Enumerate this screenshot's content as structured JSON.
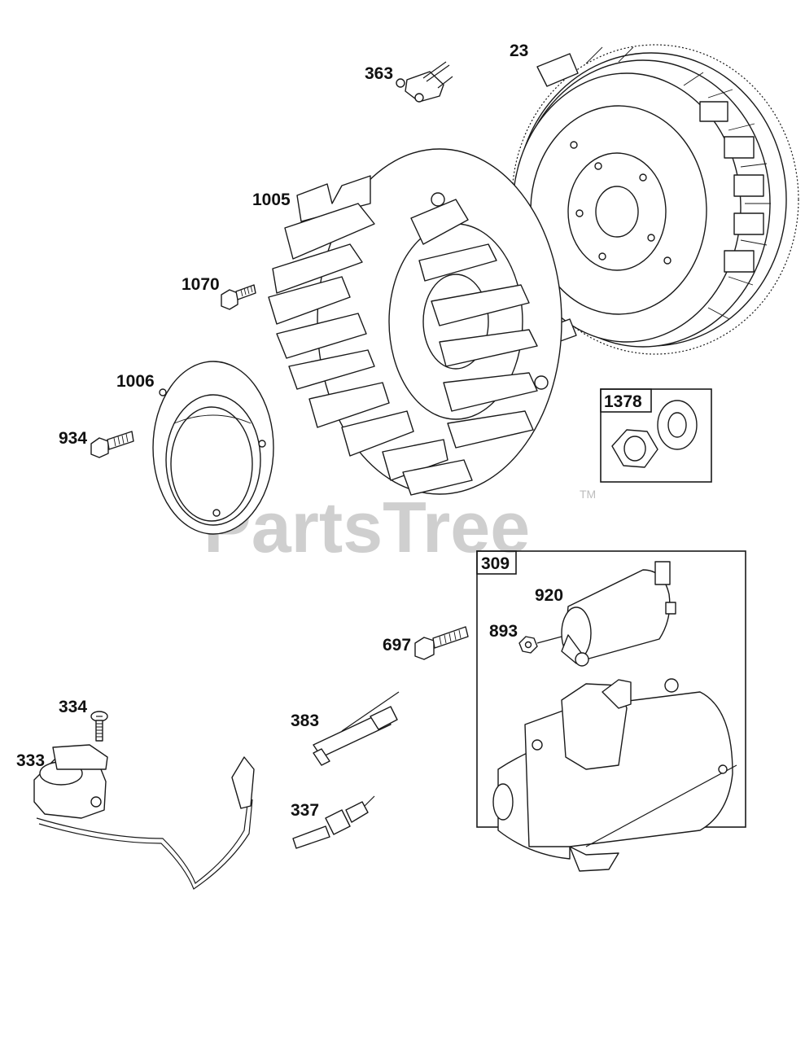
{
  "watermark": {
    "text": "PartsTree",
    "trademark": "TM"
  },
  "callouts": {
    "p23": "23",
    "p363": "363",
    "p1005": "1005",
    "p1070": "1070",
    "p1006": "1006",
    "p934": "934",
    "p1378": "1378",
    "p309": "309",
    "p920": "920",
    "p893": "893",
    "p697": "697",
    "p334": "334",
    "p333": "333",
    "p383": "383",
    "p337": "337"
  }
}
